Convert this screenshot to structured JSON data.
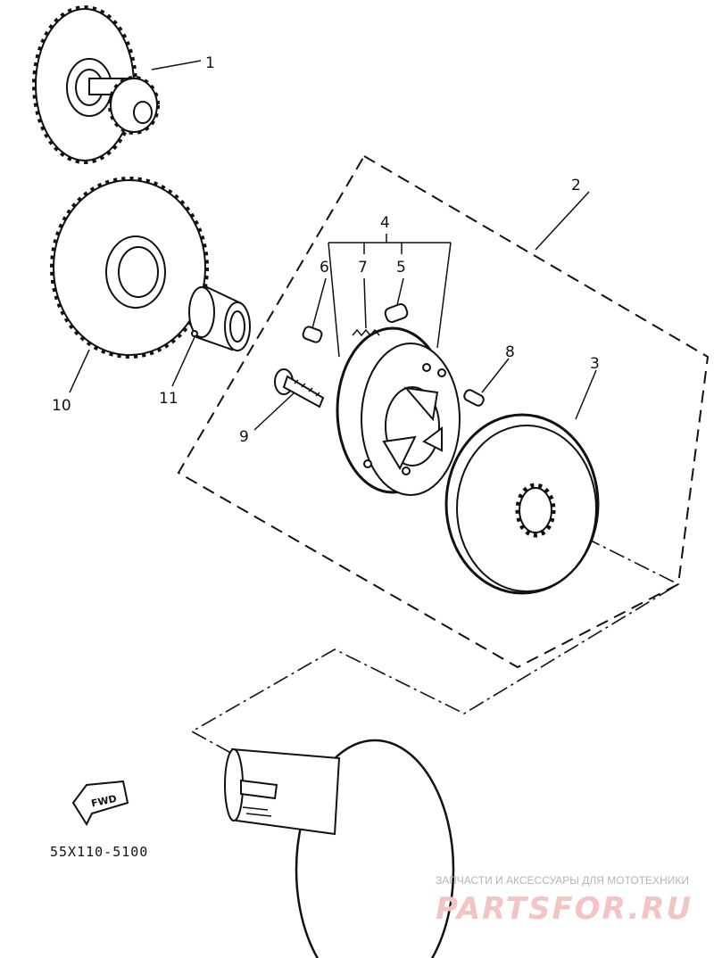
{
  "diagram": {
    "callouts": [
      {
        "id": "c1",
        "text": "1"
      },
      {
        "id": "c2",
        "text": "2"
      },
      {
        "id": "c3",
        "text": "3"
      },
      {
        "id": "c4",
        "text": "4"
      },
      {
        "id": "c5",
        "text": "5"
      },
      {
        "id": "c6",
        "text": "6"
      },
      {
        "id": "c7",
        "text": "7"
      },
      {
        "id": "c8",
        "text": "8"
      },
      {
        "id": "c9",
        "text": "9"
      },
      {
        "id": "c10",
        "text": "10"
      },
      {
        "id": "c11",
        "text": "11"
      }
    ],
    "fwd_label": "FWD",
    "drawing_code": "55X110-5100"
  },
  "watermark": {
    "caption": "ЗАПЧАСТИ И АКСЕССУАРЫ ДЛЯ МОТОТЕХНИКИ",
    "brand": "PARTSFOR.RU"
  },
  "colors": {
    "ink": "#111111",
    "background": "#ffffff",
    "watermark_brand": "#f3c4c4",
    "watermark_caption": "#b5b5b5"
  }
}
